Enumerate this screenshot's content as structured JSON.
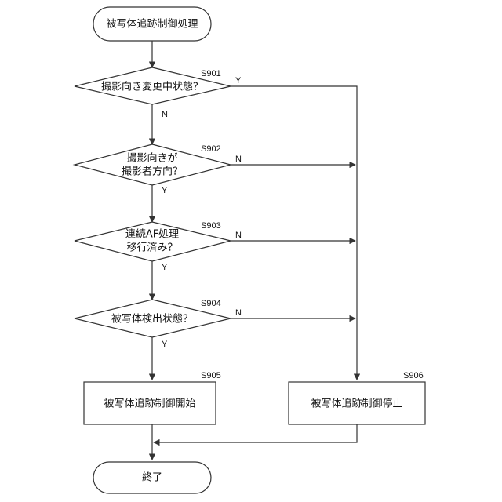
{
  "flowchart": {
    "start": {
      "text": "被写体追跡制御処理"
    },
    "end": {
      "text": "終了"
    },
    "decisions": [
      {
        "id": "S901",
        "lines": [
          "撮影向き変更中状態？"
        ],
        "yes": "Y",
        "no": "N"
      },
      {
        "id": "S902",
        "lines": [
          "撮影向きが",
          "撮影者方向？"
        ],
        "no": "N",
        "yes": "Y"
      },
      {
        "id": "S903",
        "lines": [
          "連続AF処理",
          "移行済み？"
        ],
        "no": "N",
        "yes": "Y"
      },
      {
        "id": "S904",
        "lines": [
          "被写体検出状態？"
        ],
        "no": "N",
        "yes": "Y"
      }
    ],
    "processes": [
      {
        "id": "S905",
        "text": "被写体追跡制御開始"
      },
      {
        "id": "S906",
        "text": "被写体追跡制御停止"
      }
    ]
  }
}
